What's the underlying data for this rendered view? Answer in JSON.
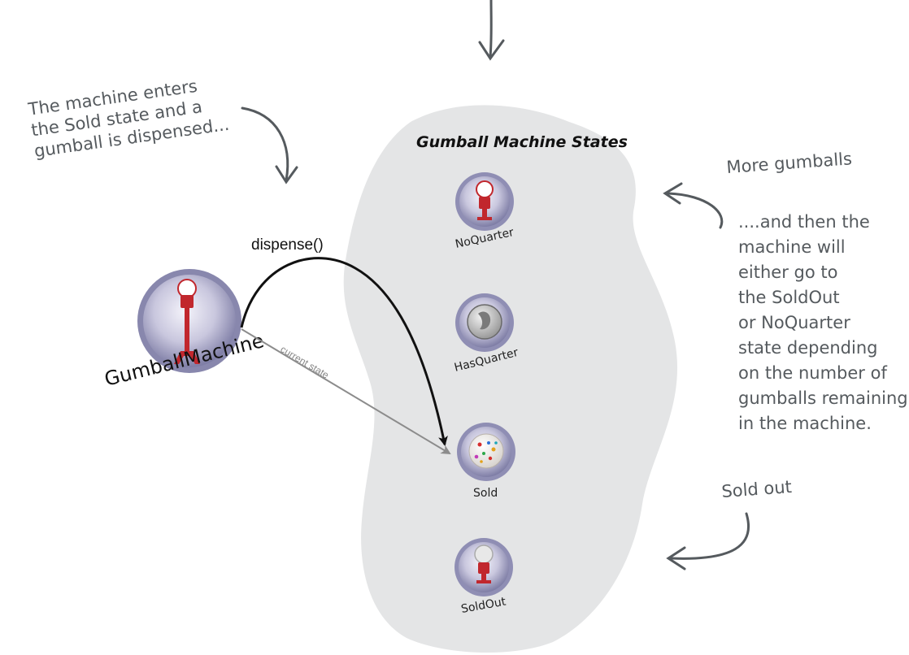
{
  "title": "Gumball Machine States",
  "machine": {
    "label": "GumballMachine"
  },
  "arrows": {
    "dispense": "dispense()",
    "current": "current state"
  },
  "states": [
    {
      "label": "NoQuarter",
      "icon": "gumball-machine-icon"
    },
    {
      "label": "HasQuarter",
      "icon": "quarter-coin-icon"
    },
    {
      "label": "Sold",
      "icon": "gumball-icon"
    },
    {
      "label": "SoldOut",
      "icon": "empty-gumball-machine-icon"
    }
  ],
  "notes": {
    "left": [
      "The machine enters",
      "the Sold state and a",
      "gumball is dispensed..."
    ],
    "more": "More gumballs",
    "right": [
      "....and then the",
      "machine will",
      "either go to",
      "the SoldOut",
      "or NoQuarter",
      "state depending",
      "on the number of",
      "gumballs remaining",
      "in the machine."
    ],
    "soldout": "Sold out"
  },
  "colors": {
    "blob": "#e4e5e6",
    "disc": "#9d9cbf",
    "machine_red": "#c1272d",
    "arrow": "#111111",
    "state_arrow": "#8c8c8c"
  }
}
